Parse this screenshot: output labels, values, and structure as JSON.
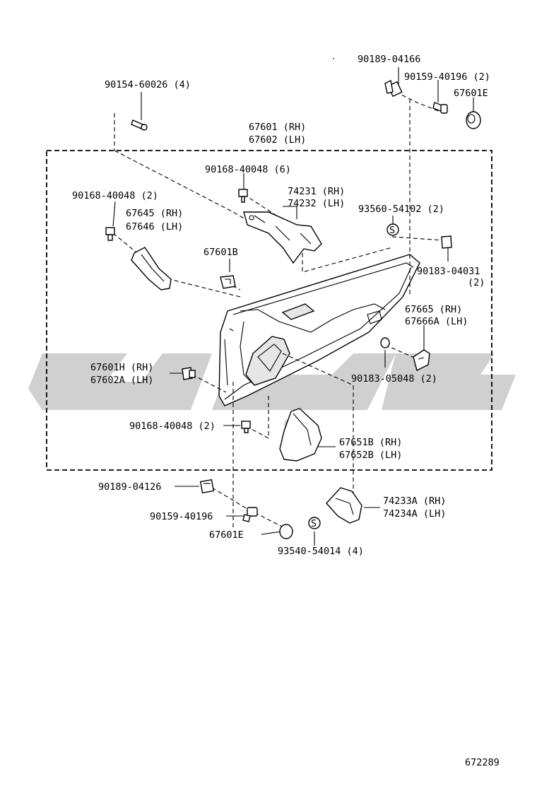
{
  "labels": {
    "p90189_04166": "90189-04166",
    "p90154_60026": "90154-60026 (4)",
    "p90159_40196_2": "90159-40196 (2)",
    "p67601e_top": "67601E",
    "p67601_rh": "67601 (RH)",
    "p67602_lh": "67602 (LH)",
    "p90168_40048_6": "90168-40048 (6)",
    "p90168_40048_2_left": "90168-40048 (2)",
    "p74231_rh": "74231 (RH)",
    "p74232_lh": "74232 (LH)",
    "p67645_rh": "67645 (RH)",
    "p67646_lh": "67646 (LH)",
    "p93560_54102": "93560-54102 (2)",
    "p67601b": "67601B",
    "p90183_04031": "90183-04031",
    "p90183_04031_qty": "(2)",
    "p67665_rh": "67665  (RH)",
    "p67666a_lh": "67666A (LH)",
    "p67601h_rh": "67601H (RH)",
    "p67602a_lh": "67602A (LH)",
    "p90183_05048": "90183-05048 (2)",
    "p90168_40048_2_bottom": "90168-40048 (2)",
    "p67651b_rh": "67651B (RH)",
    "p67652b_lh": "67652B (LH)",
    "p90189_04126": "90189-04126",
    "p74233a_rh": "74233A (RH)",
    "p74234a_lh": "74234A (LH)",
    "p90159_40196": "90159-40196",
    "p67601e_bottom": "67601E",
    "p93540_54014": "93540-54014 (4)",
    "screw_symbol": "S",
    "diagram_number": "672289"
  }
}
